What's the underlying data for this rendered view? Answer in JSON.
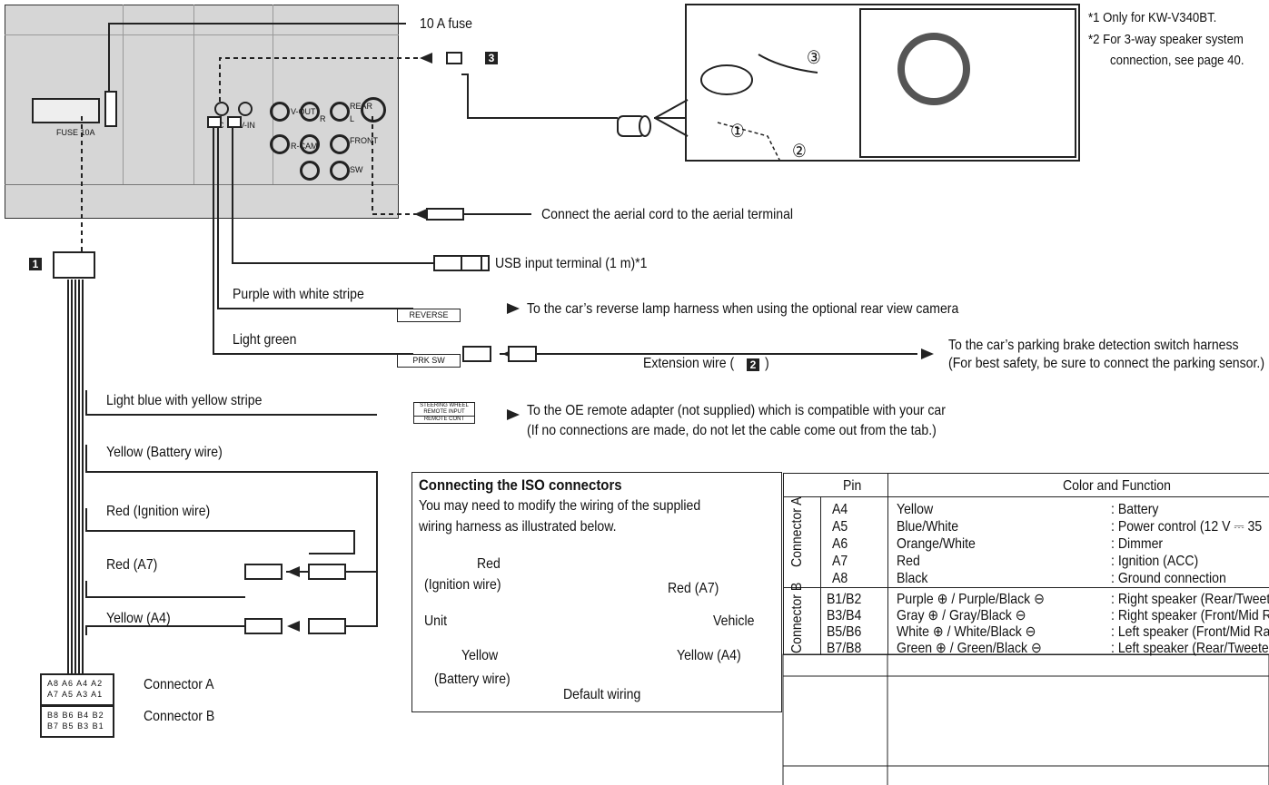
{
  "labels": {
    "fuse": "10 A fuse",
    "fuse_panel_text": "FUSE 10A",
    "note1": "*1  Only for KW-V340BT.",
    "note2_line1": "*2  For 3-way speaker system",
    "note2_line2": "connection, see page 40.",
    "aerial": "Connect the aerial cord to the aerial terminal",
    "usb": "USB input terminal (1 m)*1",
    "purple": "Purple with white stripe",
    "reverse_desc": "To the car’s reverse lamp harness when using the optional rear view camera",
    "light_green": "Light green",
    "extension": "Extension wire (",
    "extension_close": ")",
    "parking_1": "To the car’s parking brake detection switch harness",
    "parking_2": "(For best safety, be sure to connect the parking sensor.)",
    "light_blue": "Light blue with yellow stripe",
    "remote_1": "To the OE remote adapter (not supplied) which is compatible with your car",
    "remote_2": "(If no connections are made, do not let the cable come out from the tab.)",
    "yellow_battery": "Yellow (Battery wire)",
    "red_ignition": "Red (Ignition wire)",
    "red_a7": "Red (A7)",
    "yellow_a4": "Yellow (A4)",
    "connector_a": "Connector A",
    "connector_b": "Connector B"
  },
  "tags": {
    "reverse": "REVERSE",
    "prk_sw": "PRK SW",
    "steering_1": "STEERING WHEEL",
    "steering_2": "REMOTE INPUT",
    "remote_cont": "REMOTE CONT"
  },
  "badges": {
    "b1": "1",
    "b2": "2",
    "b3": "3"
  },
  "panel_jacks": {
    "mic": "MIC",
    "av_in": "AV-IN",
    "v_out": "V-OUT",
    "r": "R",
    "l": "L",
    "rear": "REAR",
    "r_cam": "R-CAM",
    "front": "FRONT",
    "sw": "SW"
  },
  "steps": {
    "s1": "①",
    "s2": "②",
    "s3": "③"
  },
  "iso": {
    "title": "Connecting the ISO connectors",
    "desc_1": "You may need to modify the wiring of the supplied",
    "desc_2": "wiring harness as illustrated below.",
    "red": "Red",
    "ignition": "(Ignition wire)",
    "unit": "Unit",
    "red_a7": "Red (A7)",
    "vehicle": "Vehicle",
    "yellow": "Yellow",
    "yellow_a4": "Yellow (A4)",
    "battery": "(Battery wire)",
    "default": "Default wiring"
  },
  "conn_pins": {
    "a_top": [
      "A8",
      "A6",
      "A4",
      "A2"
    ],
    "a_bot": [
      "A7",
      "A5",
      "A3",
      "A1"
    ],
    "b_top": [
      "B8",
      "B6",
      "B4",
      "B2"
    ],
    "b_bot": [
      "B7",
      "B5",
      "B3",
      "B1"
    ]
  },
  "table": {
    "header_pin": "Pin",
    "header_color": "Color and Function",
    "group_a": "Connector A",
    "group_b": "Connector B",
    "rows_a": [
      {
        "pin": "A4",
        "color": "Yellow",
        "func": ": Battery"
      },
      {
        "pin": "A5",
        "color": "Blue/White",
        "func": ": Power control (12 V ⎓ 35"
      },
      {
        "pin": "A6",
        "color": "Orange/White",
        "func": ": Dimmer"
      },
      {
        "pin": "A7",
        "color": "Red",
        "func": ": Ignition (ACC)"
      },
      {
        "pin": "A8",
        "color": "Black",
        "func": ": Ground connection"
      }
    ],
    "rows_b": [
      {
        "pin": "B1/B2",
        "color": "Purple ⊕ / Purple/Black ⊖",
        "func": ": Right speaker (Rear/Tweet"
      },
      {
        "pin": "B3/B4",
        "color": "Gray ⊕ / Gray/Black ⊖",
        "func": ": Right speaker (Front/Mid R"
      },
      {
        "pin": "B5/B6",
        "color": "White ⊕ / White/Black ⊖",
        "func": ": Left speaker (Front/Mid Ra"
      },
      {
        "pin": "B7/B8",
        "color": "Green ⊕ / Green/Black ⊖",
        "func": ": Left speaker (Rear/Tweeter"
      }
    ]
  }
}
